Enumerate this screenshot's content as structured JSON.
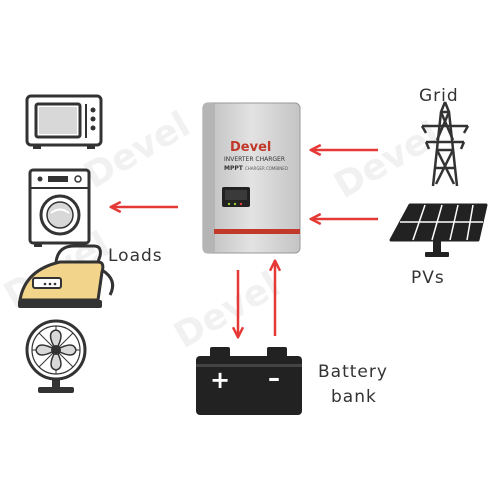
{
  "watermark": "Devel",
  "inverter": {
    "brand": "Devel",
    "line1": "INVERTER CHARGER",
    "line2": "MPPT",
    "line2b": "CHARGER COMBINED",
    "body_color": "#d0d0d0",
    "stripe_color": "#c0392b",
    "brand_color": "#c0392b"
  },
  "labels": {
    "grid": "Grid",
    "pvs": "PVs",
    "loads": "Loads",
    "battery_line1": "Battery",
    "battery_line2": "bank"
  },
  "battery": {
    "plus": "+",
    "minus": "–",
    "color": "#222222"
  },
  "colors": {
    "arrow": "#e53935",
    "icon_outline": "#333333",
    "iron_fill": "#f2d48a"
  },
  "icons": [
    "microwave-icon",
    "washing-machine-icon",
    "iron-icon",
    "fan-icon",
    "grid-tower-icon",
    "solar-panel-icon",
    "battery-icon",
    "inverter-icon"
  ]
}
